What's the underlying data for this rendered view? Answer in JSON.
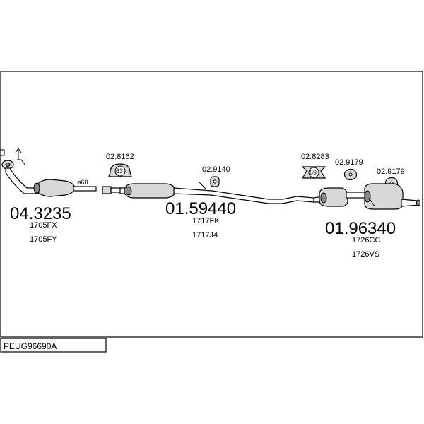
{
  "parts": {
    "front_pipe": {
      "code": "04.3235",
      "refs": [
        "1705FX",
        "1705FY"
      ]
    },
    "middle_silencer": {
      "code": "01.59440",
      "refs": [
        "1717FK",
        "1717J4"
      ]
    },
    "rear_silencer": {
      "code": "01.96340",
      "refs": [
        "1726CC",
        "1726VS"
      ]
    }
  },
  "fittings": {
    "clamp_1": {
      "code": "02.8162",
      "badge": "63"
    },
    "hanger_1": {
      "code": "02.9140",
      "badge": ""
    },
    "clamp_2": {
      "code": "02.8283",
      "badge": "69"
    },
    "hanger_2": {
      "code": "02.9179"
    },
    "hanger_3": {
      "code": "02.9179"
    }
  },
  "pipe_diameter": "ø60",
  "reference_code": "PEUG96690A"
}
